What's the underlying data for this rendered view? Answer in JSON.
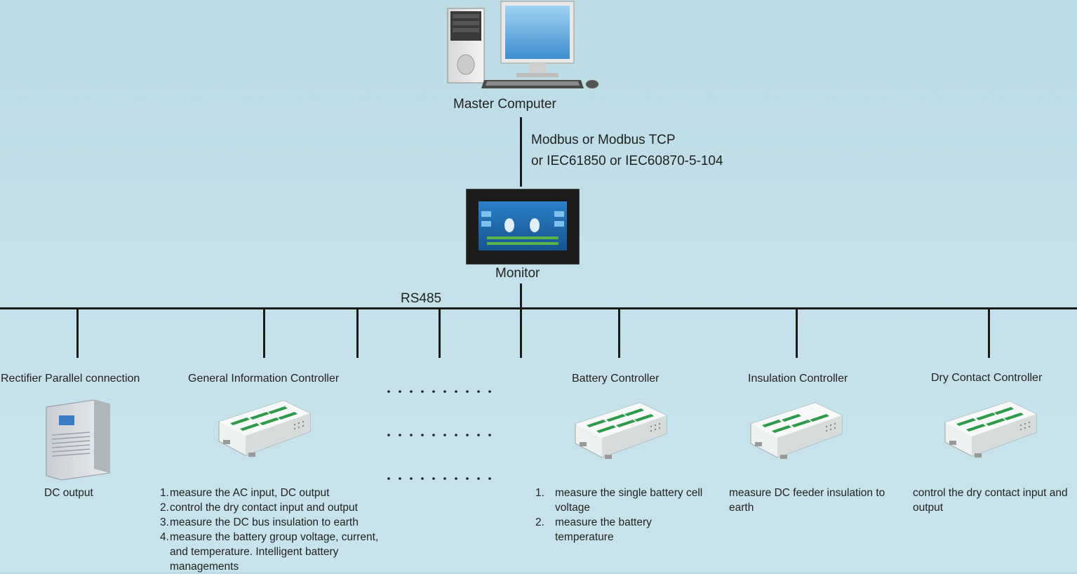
{
  "master": {
    "label": "Master Computer"
  },
  "protocol": {
    "line1": "Modbus or Modbus TCP",
    "line2": "or IEC61850 or IEC60870-5-104"
  },
  "monitor": {
    "label": "Monitor"
  },
  "bus": {
    "label": "RS485"
  },
  "devices": {
    "rectifier": {
      "title": "Rectifier Parallel connection",
      "desc": "DC output"
    },
    "general": {
      "title": "General Information Controller",
      "items": [
        {
          "n": "1.",
          "t": "measure the AC input, DC output"
        },
        {
          "n": "2.",
          "t": "control the dry contact input and output"
        },
        {
          "n": "3.",
          "t": "measure the DC bus insulation to earth"
        },
        {
          "n": "4.",
          "t": "measure the battery group voltage, current, and temperature. Intelligent battery managements"
        }
      ]
    },
    "battery": {
      "title": "Battery Controller",
      "items": [
        {
          "n": "1.",
          "t": "measure the single battery cell voltage"
        },
        {
          "n": "2.",
          "t": "measure the battery temperature"
        }
      ]
    },
    "insulation": {
      "title": "Insulation Controller",
      "desc": "measure DC feeder insulation to earth"
    },
    "drycontact": {
      "title": "Dry Contact Controller",
      "desc": "control the dry contact input and output"
    }
  },
  "icons": {
    "computer": "desktop-computer-icon",
    "monitor": "touchscreen-monitor-icon",
    "rectifier": "rectifier-module-icon",
    "controller": "controller-module-icon"
  }
}
